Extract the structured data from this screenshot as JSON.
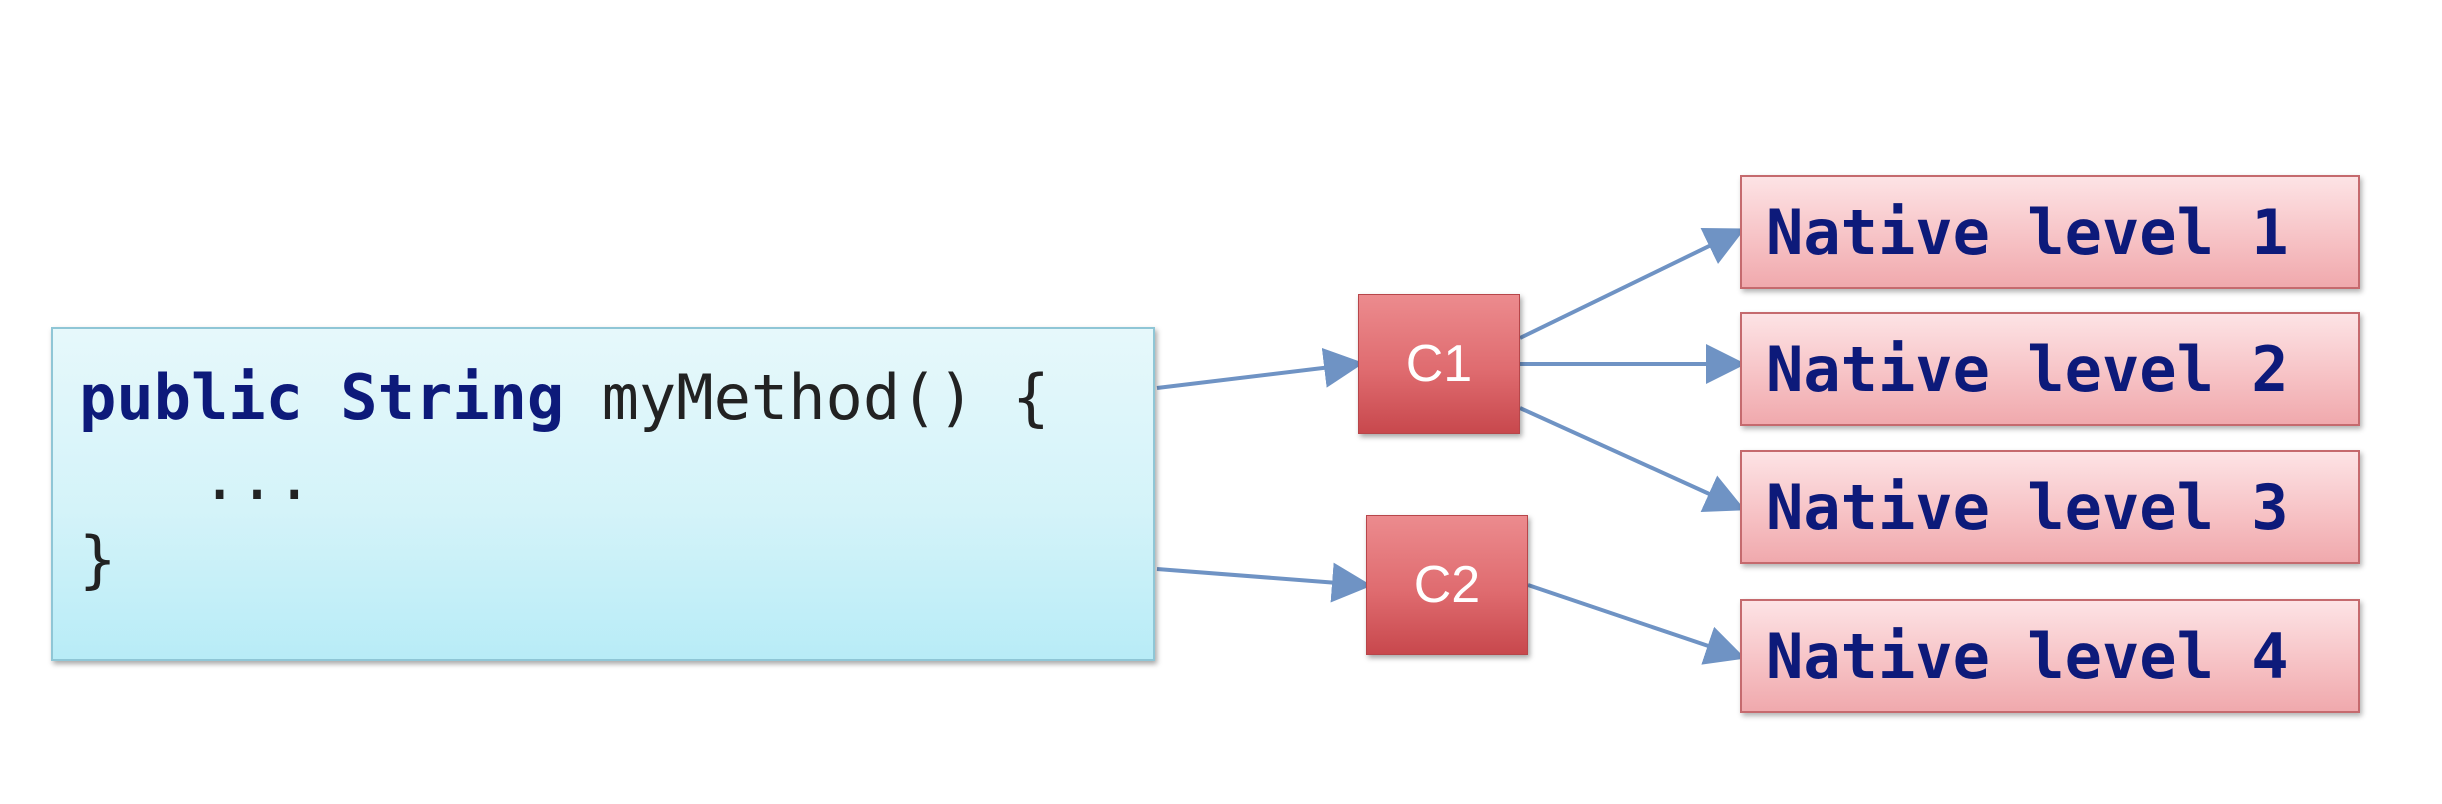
{
  "code": {
    "keyword_public": "public",
    "keyword_string": "String",
    "method_signature": "myMethod() {",
    "ellipsis": "...",
    "closing_brace": "}"
  },
  "compilers": [
    {
      "label": "C1"
    },
    {
      "label": "C2"
    }
  ],
  "native_levels": [
    {
      "label": "Native level 1"
    },
    {
      "label": "Native level 2"
    },
    {
      "label": "Native level 3"
    },
    {
      "label": "Native level 4"
    }
  ],
  "colors": {
    "code_box_fill": "#d4f3f9",
    "compiler_fill": "#df6b6f",
    "native_fill": "#f6c0c3",
    "keyword_text": "#0d1a7a",
    "arrow": "#6f93c4"
  }
}
